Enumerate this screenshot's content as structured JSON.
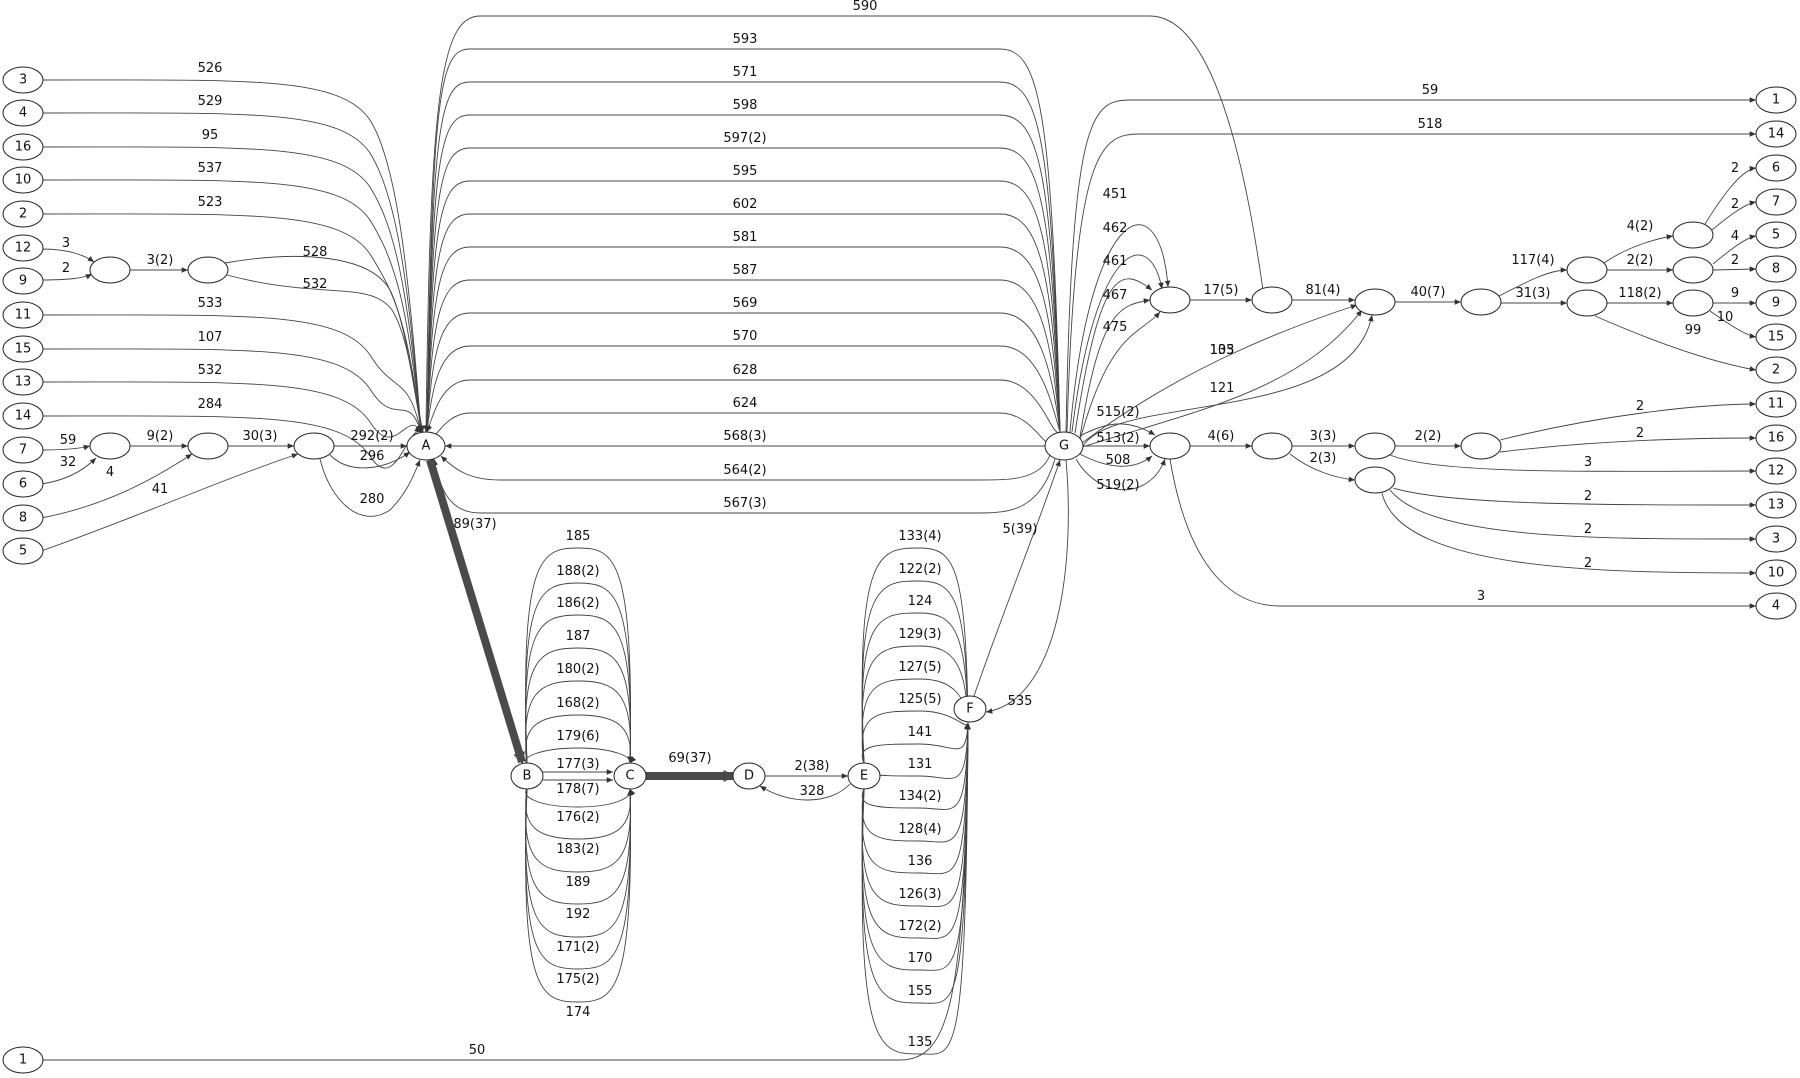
{
  "diagram": {
    "nodes": [
      {
        "id": "A",
        "label": "A"
      },
      {
        "id": "B",
        "label": "B"
      },
      {
        "id": "C",
        "label": "C"
      },
      {
        "id": "D",
        "label": "D"
      },
      {
        "id": "E",
        "label": "E"
      },
      {
        "id": "F",
        "label": "F"
      },
      {
        "id": "G",
        "label": "G"
      },
      {
        "id": "L3",
        "label": "3"
      },
      {
        "id": "L4",
        "label": "4"
      },
      {
        "id": "L16",
        "label": "16"
      },
      {
        "id": "L10",
        "label": "10"
      },
      {
        "id": "L2",
        "label": "2"
      },
      {
        "id": "L12",
        "label": "12"
      },
      {
        "id": "L9",
        "label": "9"
      },
      {
        "id": "L11",
        "label": "11"
      },
      {
        "id": "L15",
        "label": "15"
      },
      {
        "id": "L13",
        "label": "13"
      },
      {
        "id": "L14",
        "label": "14"
      },
      {
        "id": "L7",
        "label": "7"
      },
      {
        "id": "L6",
        "label": "6"
      },
      {
        "id": "L8",
        "label": "8"
      },
      {
        "id": "L5",
        "label": "5"
      },
      {
        "id": "L1",
        "label": "1"
      },
      {
        "id": "Pa",
        "label": ""
      },
      {
        "id": "Pb",
        "label": ""
      },
      {
        "id": "Pc",
        "label": ""
      },
      {
        "id": "Pd",
        "label": ""
      },
      {
        "id": "Pe",
        "label": ""
      },
      {
        "id": "R1",
        "label": "1"
      },
      {
        "id": "R14",
        "label": "14"
      },
      {
        "id": "R6",
        "label": "6"
      },
      {
        "id": "R7",
        "label": "7"
      },
      {
        "id": "R5",
        "label": "5"
      },
      {
        "id": "R8",
        "label": "8"
      },
      {
        "id": "R9",
        "label": "9"
      },
      {
        "id": "R15",
        "label": "15"
      },
      {
        "id": "R2",
        "label": "2"
      },
      {
        "id": "R11",
        "label": "11"
      },
      {
        "id": "R16",
        "label": "16"
      },
      {
        "id": "R12",
        "label": "12"
      },
      {
        "id": "R13",
        "label": "13"
      },
      {
        "id": "R3",
        "label": "3"
      },
      {
        "id": "R10",
        "label": "10"
      },
      {
        "id": "R4",
        "label": "4"
      },
      {
        "id": "G1",
        "label": ""
      },
      {
        "id": "G2",
        "label": ""
      },
      {
        "id": "G3",
        "label": ""
      },
      {
        "id": "G4",
        "label": ""
      },
      {
        "id": "G5",
        "label": ""
      },
      {
        "id": "G6",
        "label": ""
      },
      {
        "id": "G7",
        "label": ""
      },
      {
        "id": "G8",
        "label": ""
      },
      {
        "id": "G9",
        "label": ""
      },
      {
        "id": "G10",
        "label": ""
      },
      {
        "id": "G11",
        "label": ""
      },
      {
        "id": "G12",
        "label": ""
      },
      {
        "id": "G13",
        "label": ""
      }
    ],
    "edges": [
      {
        "id": "e_l3",
        "label": "526"
      },
      {
        "id": "e_l4",
        "label": "529"
      },
      {
        "id": "e_l16",
        "label": "95"
      },
      {
        "id": "e_l10",
        "label": "537"
      },
      {
        "id": "e_l2",
        "label": "523"
      },
      {
        "id": "e_l12",
        "label": "3"
      },
      {
        "id": "e_l9",
        "label": "2"
      },
      {
        "id": "e_pa_pb",
        "label": "3(2)"
      },
      {
        "id": "e_pb_a1",
        "label": "528"
      },
      {
        "id": "e_pb_a2",
        "label": "532"
      },
      {
        "id": "e_l11",
        "label": "533"
      },
      {
        "id": "e_l15",
        "label": "107"
      },
      {
        "id": "e_l13",
        "label": "532"
      },
      {
        "id": "e_l14",
        "label": "284"
      },
      {
        "id": "e_l7",
        "label": "59"
      },
      {
        "id": "e_l6",
        "label": "32"
      },
      {
        "id": "e_pc_pd",
        "label": "9(2)"
      },
      {
        "id": "e_l8",
        "label": "4"
      },
      {
        "id": "e_pd_pe",
        "label": "30(3)"
      },
      {
        "id": "e_l5",
        "label": "41"
      },
      {
        "id": "e_pe_a1",
        "label": "292(2)"
      },
      {
        "id": "e_pe_a2",
        "label": "296"
      },
      {
        "id": "e_pe_a3",
        "label": "280"
      },
      {
        "id": "e_ga_590",
        "label": "590"
      },
      {
        "id": "e_ga_593",
        "label": "593"
      },
      {
        "id": "e_ga_571",
        "label": "571"
      },
      {
        "id": "e_ga_598",
        "label": "598"
      },
      {
        "id": "e_ga_597",
        "label": "597(2)"
      },
      {
        "id": "e_ga_595",
        "label": "595"
      },
      {
        "id": "e_ga_602",
        "label": "602"
      },
      {
        "id": "e_ga_581",
        "label": "581"
      },
      {
        "id": "e_ga_587",
        "label": "587"
      },
      {
        "id": "e_ga_569",
        "label": "569"
      },
      {
        "id": "e_ga_570",
        "label": "570"
      },
      {
        "id": "e_ga_628",
        "label": "628"
      },
      {
        "id": "e_ga_624",
        "label": "624"
      },
      {
        "id": "e_ga_568",
        "label": "568(3)"
      },
      {
        "id": "e_ga_564",
        "label": "564(2)"
      },
      {
        "id": "e_ga_567",
        "label": "567(3)"
      },
      {
        "id": "e_ab",
        "label": "89(37)"
      },
      {
        "id": "e_bc_185",
        "label": "185"
      },
      {
        "id": "e_bc_188",
        "label": "188(2)"
      },
      {
        "id": "e_bc_186",
        "label": "186(2)"
      },
      {
        "id": "e_bc_187",
        "label": "187"
      },
      {
        "id": "e_bc_180",
        "label": "180(2)"
      },
      {
        "id": "e_bc_168",
        "label": "168(2)"
      },
      {
        "id": "e_bc_179",
        "label": "179(6)"
      },
      {
        "id": "e_bc_177",
        "label": "177(3)"
      },
      {
        "id": "e_bc_178",
        "label": "178(7)"
      },
      {
        "id": "e_bc_176",
        "label": "176(2)"
      },
      {
        "id": "e_bc_183",
        "label": "183(2)"
      },
      {
        "id": "e_bc_189",
        "label": "189"
      },
      {
        "id": "e_bc_192",
        "label": "192"
      },
      {
        "id": "e_bc_171",
        "label": "171(2)"
      },
      {
        "id": "e_bc_175",
        "label": "175(2)"
      },
      {
        "id": "e_bc_174",
        "label": "174"
      },
      {
        "id": "e_cd",
        "label": "69(37)"
      },
      {
        "id": "e_de",
        "label": "2(38)"
      },
      {
        "id": "e_ed",
        "label": "328"
      },
      {
        "id": "e_ef_133",
        "label": "133(4)"
      },
      {
        "id": "e_ef_122",
        "label": "122(2)"
      },
      {
        "id": "e_ef_124",
        "label": "124"
      },
      {
        "id": "e_ef_129",
        "label": "129(3)"
      },
      {
        "id": "e_ef_127",
        "label": "127(5)"
      },
      {
        "id": "e_ef_125",
        "label": "125(5)"
      },
      {
        "id": "e_ef_141",
        "label": "141"
      },
      {
        "id": "e_ef_131",
        "label": "131"
      },
      {
        "id": "e_ef_134",
        "label": "134(2)"
      },
      {
        "id": "e_ef_128",
        "label": "128(4)"
      },
      {
        "id": "e_ef_136",
        "label": "136"
      },
      {
        "id": "e_ef_126",
        "label": "126(3)"
      },
      {
        "id": "e_ef_172",
        "label": "172(2)"
      },
      {
        "id": "e_ef_170",
        "label": "170"
      },
      {
        "id": "e_ef_155",
        "label": "155"
      },
      {
        "id": "e_ef_135",
        "label": "135"
      },
      {
        "id": "e_fg",
        "label": "5(39)"
      },
      {
        "id": "e_gf",
        "label": "535"
      },
      {
        "id": "e_l1f",
        "label": "50"
      },
      {
        "id": "e_gr1",
        "label": "59"
      },
      {
        "id": "e_gr14",
        "label": "518"
      },
      {
        "id": "e_g_451",
        "label": "451"
      },
      {
        "id": "e_g_462",
        "label": "462"
      },
      {
        "id": "e_g_461",
        "label": "461"
      },
      {
        "id": "e_g_467",
        "label": "467"
      },
      {
        "id": "e_g_475",
        "label": "475"
      },
      {
        "id": "e_g1g2",
        "label": "17(5)"
      },
      {
        "id": "e_g2g3",
        "label": "81(4)"
      },
      {
        "id": "e_g_133",
        "label": "133"
      },
      {
        "id": "e_g_105",
        "label": "105"
      },
      {
        "id": "e_g_121",
        "label": "121"
      },
      {
        "id": "e_g3g4",
        "label": "40(7)"
      },
      {
        "id": "e_g4g5",
        "label": "117(4)"
      },
      {
        "id": "e_g5g6",
        "label": "4(2)"
      },
      {
        "id": "e_g6r6",
        "label": "2"
      },
      {
        "id": "e_g6r7",
        "label": "2"
      },
      {
        "id": "e_g5g7",
        "label": "2(2)"
      },
      {
        "id": "e_g7r5",
        "label": "4"
      },
      {
        "id": "e_g7r8",
        "label": "2"
      },
      {
        "id": "e_g4g8",
        "label": "31(3)"
      },
      {
        "id": "e_g8g9",
        "label": "118(2)"
      },
      {
        "id": "e_g9r9",
        "label": "9"
      },
      {
        "id": "e_g9r15",
        "label": "10"
      },
      {
        "id": "e_g8r2",
        "label": "99"
      },
      {
        "id": "e_g_515",
        "label": "515(2)"
      },
      {
        "id": "e_g_513",
        "label": "513(2)"
      },
      {
        "id": "e_g_508",
        "label": "508"
      },
      {
        "id": "e_g_519",
        "label": "519(2)"
      },
      {
        "id": "e_g10g11",
        "label": "4(6)"
      },
      {
        "id": "e_g11g12",
        "label": "3(3)"
      },
      {
        "id": "e_g12g13",
        "label": "2(2)"
      },
      {
        "id": "e_g13r11",
        "label": "2"
      },
      {
        "id": "e_g13r16",
        "label": "2"
      },
      {
        "id": "e_g12r12",
        "label": "3"
      },
      {
        "id": "e_g11g14",
        "label": "2(3)"
      },
      {
        "id": "e_g14r13",
        "label": "2"
      },
      {
        "id": "e_g14r3",
        "label": "2"
      },
      {
        "id": "e_g14r10",
        "label": "2"
      },
      {
        "id": "e_g10r4",
        "label": "3"
      }
    ]
  }
}
